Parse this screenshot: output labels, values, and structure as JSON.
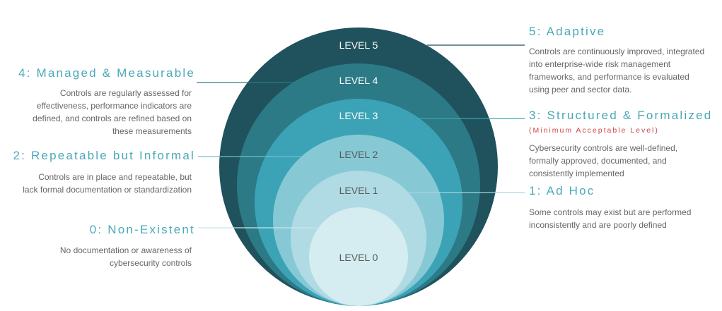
{
  "levels": [
    {
      "label": "LEVEL 0",
      "title": "0: Non-Existent",
      "description": "No documentation or awareness of cybersecurity controls",
      "color": "#d5edf0",
      "text_color": "#5a5a5a",
      "line_color": "#c8e6ec"
    },
    {
      "label": "LEVEL 1",
      "title": "1: Ad Hoc",
      "description": "Some controls may exist but are performed inconsistently and are poorly defined",
      "color": "#b0dbe4",
      "text_color": "#5a5a5a",
      "line_color": "#a6d5de"
    },
    {
      "label": "LEVEL 2",
      "title": "2: Repeatable but Informal",
      "description": "Controls are in place and repeatable, but lack formal documentation or standardization",
      "color": "#86c9d5",
      "text_color": "#5a5a5a",
      "line_color": "#6fbecb"
    },
    {
      "label": "LEVEL 3",
      "title": "3: Structured & Formalized",
      "subtitle": "(Minimum Acceptable Level)",
      "description": "Cybersecurity controls are well-defined, formally approved, documented, and consistently implemented",
      "color": "#3ba3b5",
      "text_color": "#ffffff",
      "line_color": "#3ba3b5"
    },
    {
      "label": "LEVEL 4",
      "title": "4: Managed & Measurable",
      "description": "Controls are regularly assessed for effectiveness, performance indicators are defined, and controls are refined based on these measurements",
      "color": "#2c7a86",
      "text_color": "#ffffff",
      "line_color": "#2c7a86"
    },
    {
      "label": "LEVEL 5",
      "title": "5: Adaptive",
      "description": "Controls are continuously improved, integrated into enterprise-wide risk management frameworks, and performance is evaluated using peer and sector data.",
      "color": "#1f525c",
      "text_color": "#ffffff",
      "line_color": "#1f525c"
    }
  ]
}
